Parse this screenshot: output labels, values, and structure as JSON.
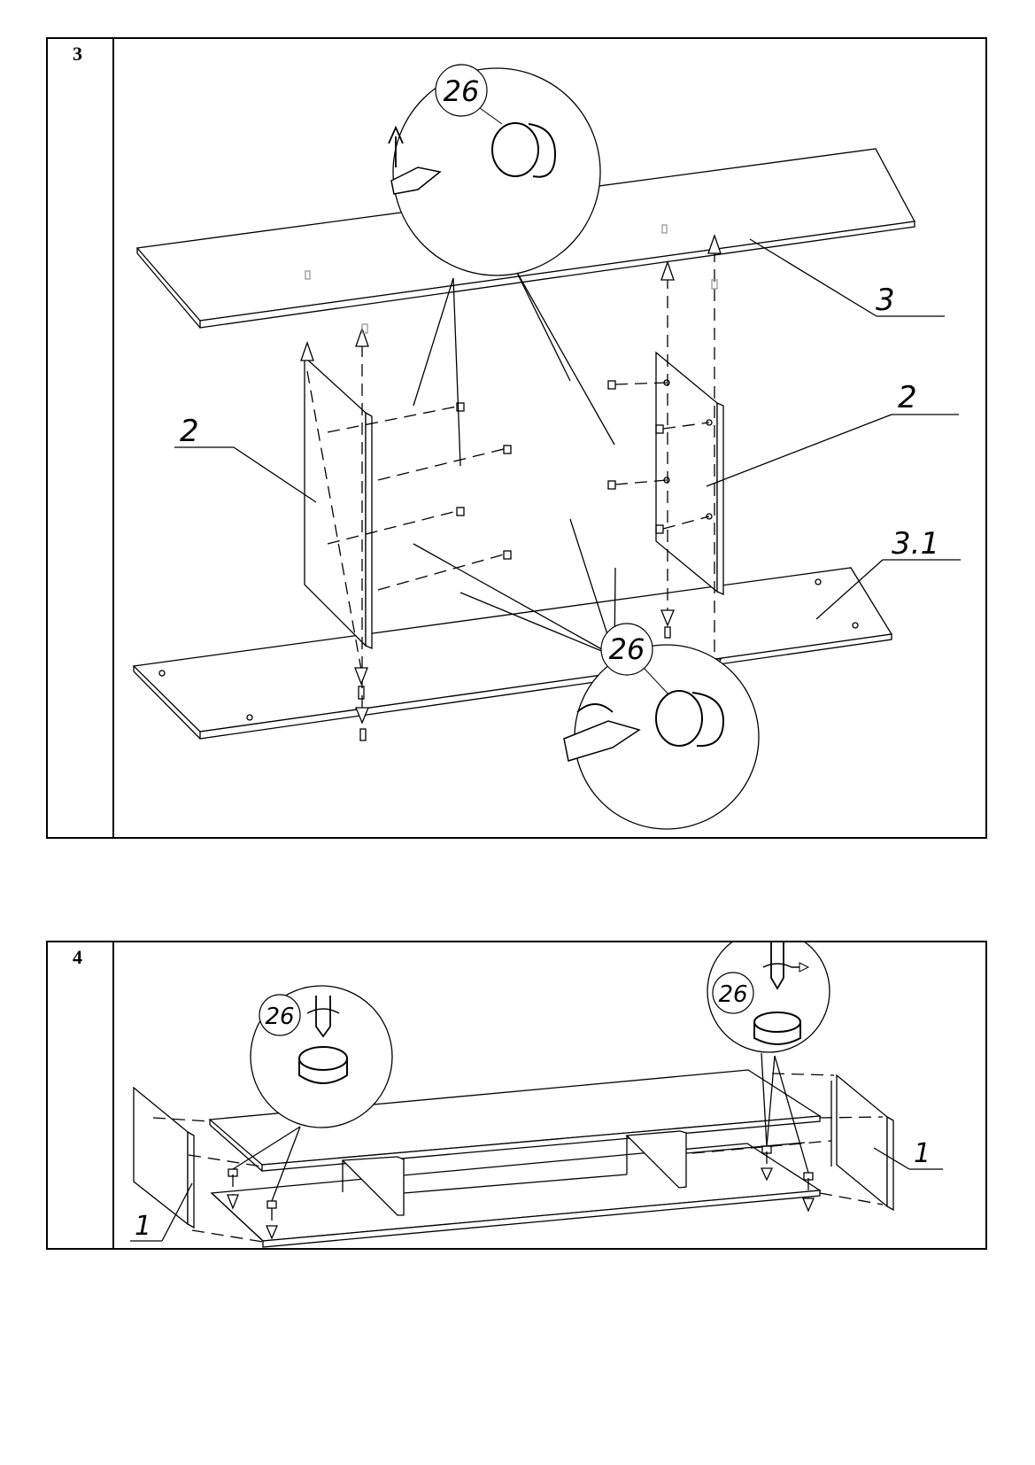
{
  "steps": [
    {
      "number": "3",
      "labels": {
        "top_shelf": "3",
        "side_left": "2",
        "side_right": "2",
        "bottom_shelf": "3.1"
      },
      "callouts": {
        "top": "26",
        "bottom": "26"
      }
    },
    {
      "number": "4",
      "labels": {
        "side_left": "1",
        "side_right": "1"
      },
      "callouts": {
        "left": "26",
        "right": "26"
      }
    }
  ]
}
